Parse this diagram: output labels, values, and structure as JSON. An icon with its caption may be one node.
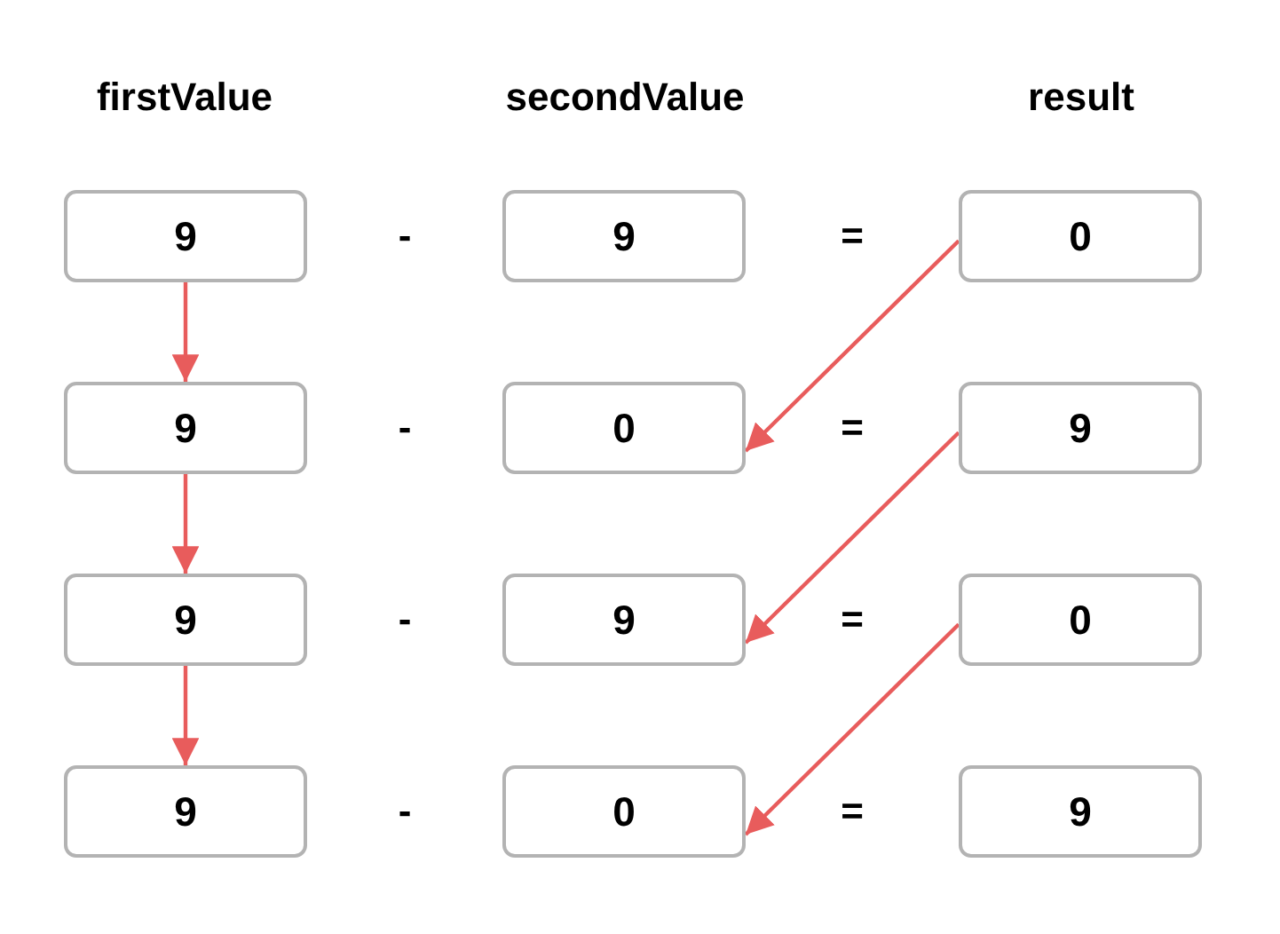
{
  "diagram": {
    "nodes": [
      {
        "text": [
          "9"
        ]
      },
      {
        "text": [
          "9"
        ]
      },
      {
        "text": [
          "0"
        ]
      },
      {
        "text": [
          "9"
        ]
      },
      {
        "text": [
          "0"
        ]
      },
      {
        "text": [
          "9"
        ]
      },
      {
        "text": [
          "9"
        ]
      },
      {
        "text": [
          "9"
        ]
      },
      {
        "text": [
          "0"
        ]
      },
      {
        "text": [
          "9"
        ]
      },
      {
        "text": [
          "0"
        ]
      },
      {
        "text": [
          "9"
        ]
      }
    ],
    "edges": [
      {
        "from": 0,
        "to": 3,
        "arrow": "to"
      },
      {
        "from": 3,
        "to": 6,
        "arrow": "to"
      },
      {
        "from": 6,
        "to": 9,
        "arrow": "to"
      },
      {
        "from": 2,
        "to": 4,
        "arrow": "to"
      },
      {
        "from": 5,
        "to": 7,
        "arrow": "to"
      },
      {
        "from": 8,
        "to": 10,
        "arrow": "to"
      }
    ],
    "labels": [
      "firstValue",
      "secondValue",
      "result",
      "-",
      "=",
      "-",
      "=",
      "-",
      "=",
      "-",
      "="
    ]
  }
}
